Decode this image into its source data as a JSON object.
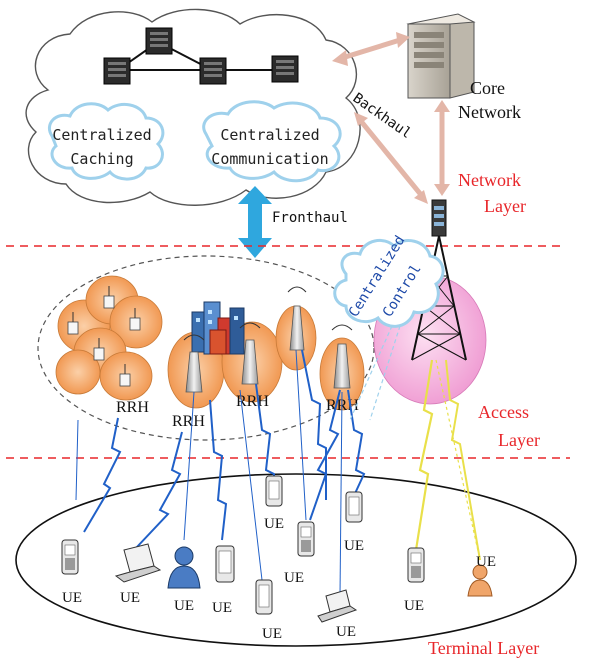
{
  "cloud": {
    "caching_line1": "Centralized",
    "caching_line2": "Caching",
    "comm_line1": "Centralized",
    "comm_line2": "Communication"
  },
  "core": {
    "line1": "Core",
    "line2": "Network"
  },
  "links": {
    "backhaul": "Backhaul",
    "fronthaul": "Fronthaul",
    "centralized_control_line1": "Centralized",
    "centralized_control_line2": "Control"
  },
  "layers": {
    "network_line1": "Network",
    "network_line2": "Layer",
    "access_line1": "Access",
    "access_line2": "Layer",
    "terminal": "Terminal Layer"
  },
  "rrh": {
    "label": "RRH"
  },
  "ue": {
    "label": "UE"
  },
  "colors": {
    "layer_label": "#e8262a",
    "divider": "#e8262a",
    "fronthaul_arrow": "#2fa7de",
    "backhaul_arrow": "#e3b6a8",
    "rrh_coverage": "#f4a86a",
    "macro_coverage": "#f4b6dc",
    "wireless_link": "#2060c8",
    "macro_link": "#e9e04a"
  }
}
